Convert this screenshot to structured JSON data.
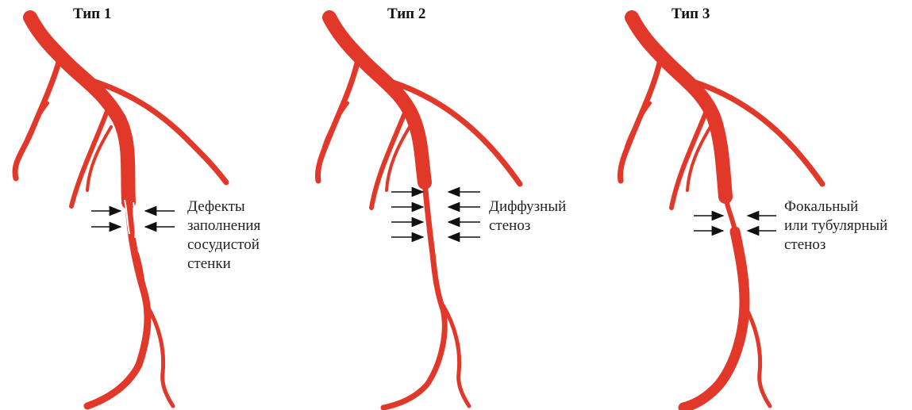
{
  "panels": [
    {
      "title": "Тип 1",
      "label_lines": [
        "Дефекты",
        "заполнения",
        "сосудистой",
        "стенки"
      ]
    },
    {
      "title": "Тип 2",
      "label_lines": [
        "Диффузный",
        "стеноз"
      ]
    },
    {
      "title": "Тип 3",
      "label_lines": [
        "Фокальный",
        "или тубулярный",
        "стеноз"
      ]
    }
  ],
  "colors": {
    "vessel": "#e8392c",
    "vessel_dark": "#c0291f",
    "arrow": "#111111"
  }
}
